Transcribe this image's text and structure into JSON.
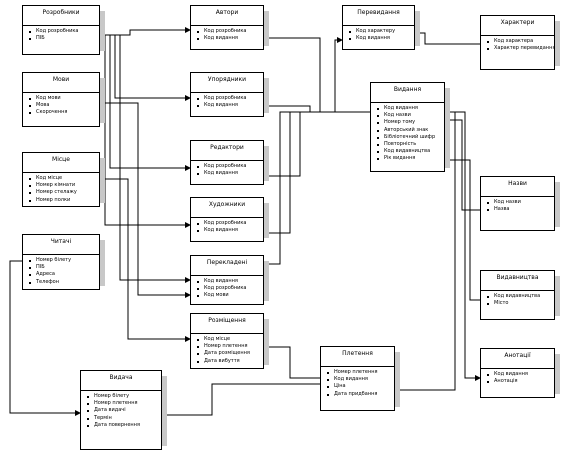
{
  "entities": [
    {
      "id": "rozrobnyky",
      "title": "Розробники",
      "attrs": [
        "Код розробника",
        "ПІБ"
      ]
    },
    {
      "id": "avtory",
      "title": "Автори",
      "attrs": [
        "Код розробника",
        "Код видання"
      ]
    },
    {
      "id": "perevydannia",
      "title": "Перевидання",
      "attrs": [
        "Код характеру",
        "Код видання"
      ]
    },
    {
      "id": "kharaktery",
      "title": "Характери",
      "attrs": [
        "Код характера",
        "Характер перевидання"
      ]
    },
    {
      "id": "movy",
      "title": "Мови",
      "attrs": [
        "Код мови",
        "Мова",
        "Скорочення"
      ]
    },
    {
      "id": "uporiadnyky",
      "title": "Упорядники",
      "attrs": [
        "Код розробника",
        "Код видання"
      ]
    },
    {
      "id": "vydannia",
      "title": "Видання",
      "attrs": [
        "Код видання",
        "Код назви",
        "Номер тому",
        "Авторський знак",
        "Бібліотечний шифр",
        "Повторність",
        "Код видавництва",
        "Рік видання"
      ]
    },
    {
      "id": "mistse",
      "title": "Місце",
      "attrs": [
        "Код місце",
        "Номер кімнати",
        "Номер стелажу",
        "Номер полки"
      ]
    },
    {
      "id": "redaktory",
      "title": "Редактори",
      "attrs": [
        "Код розробника",
        "Код видання"
      ]
    },
    {
      "id": "nazvy",
      "title": "Назви",
      "attrs": [
        "Код назви",
        "Назва"
      ]
    },
    {
      "id": "khudozhnyky",
      "title": "Художники",
      "attrs": [
        "Код розробника",
        "Код видання"
      ]
    },
    {
      "id": "chytachi",
      "title": "Читачі",
      "attrs": [
        "Номер білету",
        "ПІБ",
        "Адреса",
        "Телефон"
      ]
    },
    {
      "id": "perekladeni",
      "title": "Перекладені",
      "attrs": [
        "Код видання",
        "Код розробника",
        "Код мови"
      ]
    },
    {
      "id": "vydavnytstva",
      "title": "Видавництва",
      "attrs": [
        "Код видавництва",
        "Місто"
      ]
    },
    {
      "id": "rozmishchennia",
      "title": "Розміщення",
      "attrs": [
        "Код місце",
        "Номер плетення",
        "Дата розміщення",
        "Дата вибуття"
      ]
    },
    {
      "id": "pletinnia",
      "title": "Плетення",
      "attrs": [
        "Номер плетення",
        "Код видання",
        "Ціна",
        "Дата придбання"
      ]
    },
    {
      "id": "anotatsii",
      "title": "Анотації",
      "attrs": [
        "Код видання",
        "Анотація"
      ]
    },
    {
      "id": "vydacha",
      "title": "Видача",
      "attrs": [
        "Номер білету",
        "Номер плетення",
        "Дата видачі",
        "Термін",
        "Дата повернення"
      ]
    }
  ]
}
